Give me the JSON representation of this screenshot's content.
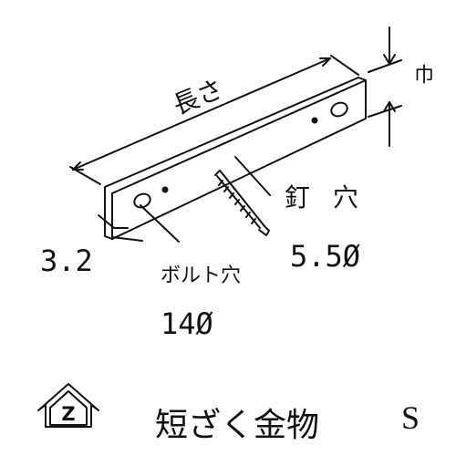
{
  "labels": {
    "length": "長さ",
    "width": "巾",
    "nail_hole": "釘 穴",
    "thickness": "3.2",
    "bolt_hole": "ボルト穴",
    "nail_hole_size": "5.5Ø",
    "bolt_hole_size": "14Ø"
  },
  "caption": {
    "logo_letter": "Z",
    "title": "短ざく金物",
    "size": "S"
  }
}
